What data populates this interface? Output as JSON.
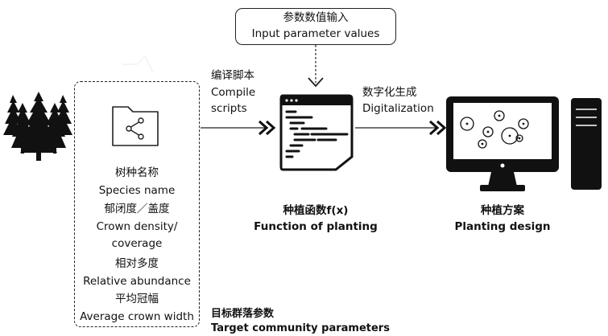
{
  "input": {
    "zh": "参数数值输入",
    "en": "Input parameter values"
  },
  "compile": {
    "zh": "编译脚本",
    "en1": "Compile",
    "en2": "scripts"
  },
  "digitalization": {
    "zh": "数字化生成",
    "en": "Digitalization"
  },
  "function": {
    "zh": "种植函数f(x)",
    "en": "Function of planting"
  },
  "design": {
    "zh": "种植方案",
    "en": "Planting design"
  },
  "parameters": [
    {
      "zh": "树种名称",
      "en": [
        "Species name"
      ]
    },
    {
      "zh": "郁闭度／盖度",
      "en": [
        "Crown density/",
        "coverage"
      ]
    },
    {
      "zh": "相对多度",
      "en": [
        "Relative abundance"
      ]
    },
    {
      "zh": "平均冠幅",
      "en": [
        "Average crown width"
      ]
    }
  ],
  "target": {
    "zh": "目标群落参数",
    "en": "Target community parameters"
  },
  "icons": [
    "forest-icon",
    "share-folder-icon",
    "script-document-icon",
    "monitor-icon",
    "computer-tower-icon"
  ],
  "colors": {
    "ink": "#111111",
    "background": "#ffffff"
  }
}
